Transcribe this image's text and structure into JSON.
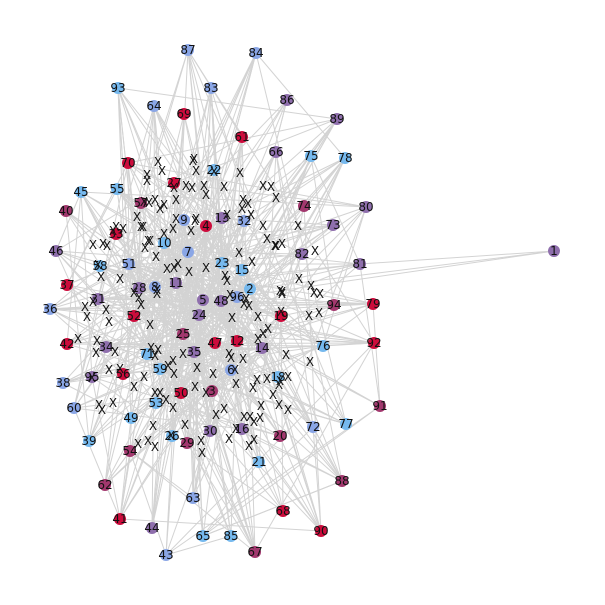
{
  "colors": {
    "edge": "#d3d3d3",
    "red": "#cc0c3c",
    "magenta": "#a2386e",
    "purple": "#8f6fad",
    "blue": "#8aa6e6",
    "light_blue": "#76b9ee",
    "label": "#111111"
  },
  "nodes": [
    {
      "id": "1",
      "c": "purple"
    },
    {
      "id": "2",
      "c": "light_blue"
    },
    {
      "id": "3",
      "c": "magenta"
    },
    {
      "id": "4",
      "c": "red"
    },
    {
      "id": "5",
      "c": "purple"
    },
    {
      "id": "6",
      "c": "blue"
    },
    {
      "id": "7",
      "c": "blue"
    },
    {
      "id": "8",
      "c": "blue"
    },
    {
      "id": "9",
      "c": "blue"
    },
    {
      "id": "10",
      "c": "light_blue"
    },
    {
      "id": "11",
      "c": "purple"
    },
    {
      "id": "12",
      "c": "red"
    },
    {
      "id": "13",
      "c": "purple"
    },
    {
      "id": "14",
      "c": "purple"
    },
    {
      "id": "15",
      "c": "light_blue"
    },
    {
      "id": "16",
      "c": "purple"
    },
    {
      "id": "18",
      "c": "light_blue"
    },
    {
      "id": "19",
      "c": "red"
    },
    {
      "id": "20",
      "c": "magenta"
    },
    {
      "id": "21",
      "c": "light_blue"
    },
    {
      "id": "22",
      "c": "light_blue"
    },
    {
      "id": "23",
      "c": "light_blue"
    },
    {
      "id": "24",
      "c": "purple"
    },
    {
      "id": "25",
      "c": "magenta"
    },
    {
      "id": "26",
      "c": "light_blue"
    },
    {
      "id": "27",
      "c": "red"
    },
    {
      "id": "28",
      "c": "purple"
    },
    {
      "id": "29",
      "c": "magenta"
    },
    {
      "id": "30",
      "c": "purple"
    },
    {
      "id": "31",
      "c": "purple"
    },
    {
      "id": "32",
      "c": "blue"
    },
    {
      "id": "33",
      "c": "red"
    },
    {
      "id": "34",
      "c": "purple"
    },
    {
      "id": "35",
      "c": "purple"
    },
    {
      "id": "36",
      "c": "blue"
    },
    {
      "id": "37",
      "c": "red"
    },
    {
      "id": "38",
      "c": "blue"
    },
    {
      "id": "39",
      "c": "light_blue"
    },
    {
      "id": "40",
      "c": "magenta"
    },
    {
      "id": "41",
      "c": "red"
    },
    {
      "id": "42",
      "c": "red"
    },
    {
      "id": "43",
      "c": "blue"
    },
    {
      "id": "44",
      "c": "purple"
    },
    {
      "id": "45",
      "c": "light_blue"
    },
    {
      "id": "46",
      "c": "purple"
    },
    {
      "id": "47",
      "c": "red"
    },
    {
      "id": "48",
      "c": "purple"
    },
    {
      "id": "49",
      "c": "light_blue"
    },
    {
      "id": "50",
      "c": "red"
    },
    {
      "id": "51",
      "c": "blue"
    },
    {
      "id": "52",
      "c": "red"
    },
    {
      "id": "53",
      "c": "light_blue"
    },
    {
      "id": "54",
      "c": "magenta"
    },
    {
      "id": "55",
      "c": "light_blue"
    },
    {
      "id": "56",
      "c": "red"
    },
    {
      "id": "57",
      "c": "magenta"
    },
    {
      "id": "58",
      "c": "light_blue"
    },
    {
      "id": "59",
      "c": "light_blue"
    },
    {
      "id": "60",
      "c": "blue"
    },
    {
      "id": "61",
      "c": "red"
    },
    {
      "id": "62",
      "c": "magenta"
    },
    {
      "id": "63",
      "c": "blue"
    },
    {
      "id": "64",
      "c": "blue"
    },
    {
      "id": "65",
      "c": "light_blue"
    },
    {
      "id": "66",
      "c": "purple"
    },
    {
      "id": "67",
      "c": "magenta"
    },
    {
      "id": "68",
      "c": "red"
    },
    {
      "id": "69",
      "c": "red"
    },
    {
      "id": "70",
      "c": "red"
    },
    {
      "id": "71",
      "c": "light_blue"
    },
    {
      "id": "72",
      "c": "blue"
    },
    {
      "id": "73",
      "c": "purple"
    },
    {
      "id": "74",
      "c": "magenta"
    },
    {
      "id": "75",
      "c": "light_blue"
    },
    {
      "id": "76",
      "c": "light_blue"
    },
    {
      "id": "77",
      "c": "light_blue"
    },
    {
      "id": "78",
      "c": "light_blue"
    },
    {
      "id": "79",
      "c": "red"
    },
    {
      "id": "80",
      "c": "purple"
    },
    {
      "id": "81",
      "c": "purple"
    },
    {
      "id": "82",
      "c": "purple"
    },
    {
      "id": "83",
      "c": "blue"
    },
    {
      "id": "84",
      "c": "blue"
    },
    {
      "id": "85",
      "c": "light_blue"
    },
    {
      "id": "86",
      "c": "purple"
    },
    {
      "id": "87",
      "c": "blue"
    },
    {
      "id": "88",
      "c": "magenta"
    },
    {
      "id": "89",
      "c": "purple"
    },
    {
      "id": "90",
      "c": "red"
    },
    {
      "id": "91",
      "c": "magenta"
    },
    {
      "id": "92",
      "c": "red"
    },
    {
      "id": "93",
      "c": "light_blue"
    },
    {
      "id": "94",
      "c": "magenta"
    },
    {
      "id": "95",
      "c": "purple"
    },
    {
      "id": "96",
      "c": "blue"
    }
  ],
  "edges": [
    [
      "1",
      "2"
    ],
    [
      "1",
      "81"
    ],
    [
      "1",
      "96"
    ]
  ],
  "x_marker_text": "X",
  "x_marker_count": 160
}
